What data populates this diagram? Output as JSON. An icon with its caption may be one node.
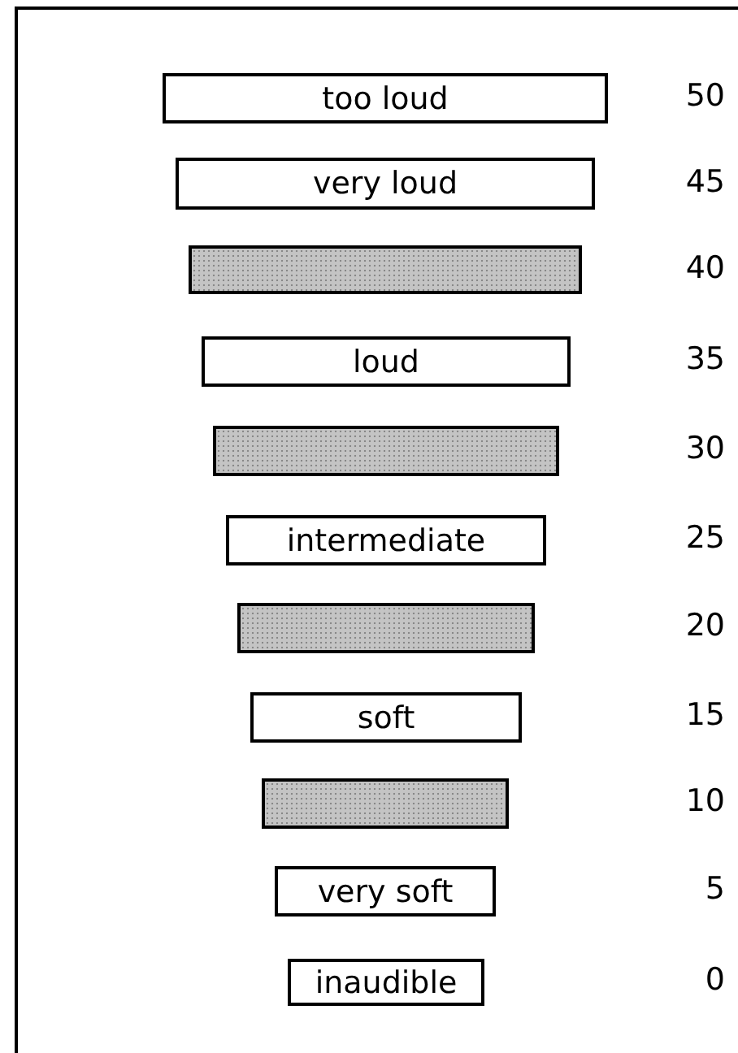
{
  "diagram": {
    "nodes": [
      {
        "text": [
          "too loud"
        ]
      },
      {
        "text": [
          "very loud"
        ]
      },
      {
        "text": [],
        "shape": "bar"
      },
      {
        "text": [
          "loud"
        ]
      },
      {
        "text": [],
        "shape": "bar"
      },
      {
        "text": [
          "intermediate"
        ]
      },
      {
        "text": [],
        "shape": "bar"
      },
      {
        "text": [
          "soft"
        ]
      },
      {
        "text": [],
        "shape": "bar"
      },
      {
        "text": [
          "very soft"
        ]
      },
      {
        "text": [
          "inaudible"
        ]
      }
    ],
    "labels": [
      "50",
      "45",
      "40",
      "35",
      "30",
      "25",
      "20",
      "15",
      "10",
      "5",
      "0"
    ]
  }
}
